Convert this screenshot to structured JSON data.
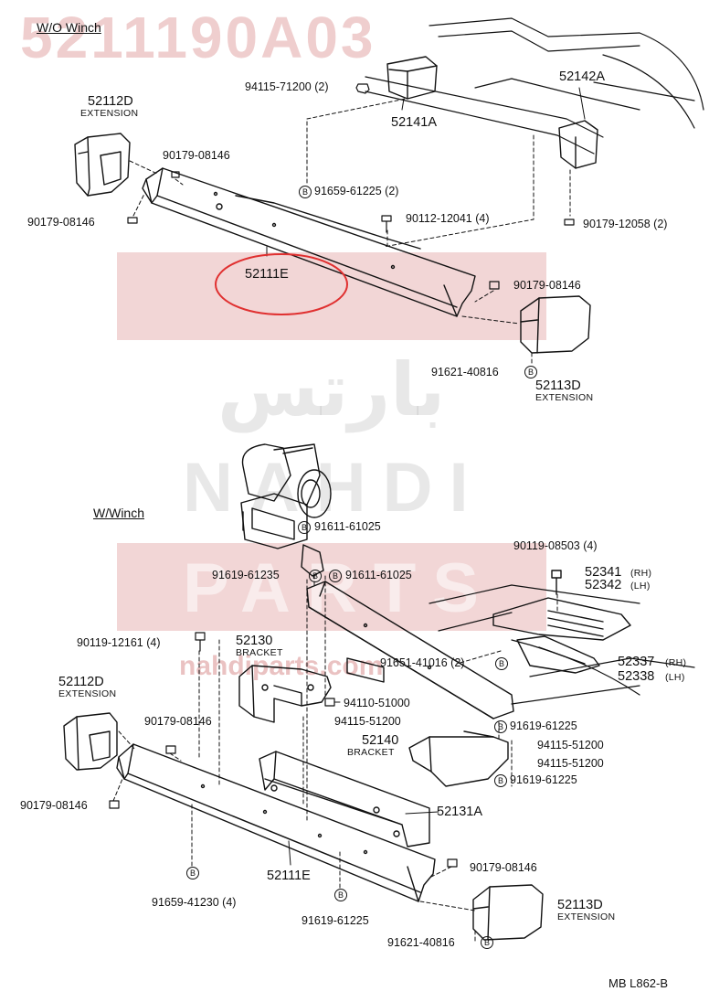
{
  "watermark": {
    "code": "5211190A03",
    "word_1": "NAHDI",
    "word_2": "PARTS",
    "arabic": "بارتس",
    "url": "nahdiparts.com"
  },
  "sections": {
    "top": "W/O  Winch",
    "bottom": "W/Winch"
  },
  "top_labels": [
    {
      "id": "52112D",
      "text": "52112D",
      "sub": "EXTENSION"
    },
    {
      "id": "90179-08146-a",
      "text": "90179-08146"
    },
    {
      "id": "90179-08146-b",
      "text": "90179-08146"
    },
    {
      "id": "94115-71200",
      "text": "94115-71200 (2)"
    },
    {
      "id": "52141A",
      "text": "52141A"
    },
    {
      "id": "52142A",
      "text": "52142A"
    },
    {
      "id": "91659-61225",
      "text": "91659-61225 (2)",
      "badge": "B"
    },
    {
      "id": "90112-12041",
      "text": "90112-12041 (4)"
    },
    {
      "id": "90179-12058",
      "text": "90179-12058 (2)"
    },
    {
      "id": "52111E",
      "text": "52111E"
    },
    {
      "id": "90179-08146-c",
      "text": "90179-08146"
    },
    {
      "id": "91621-40816",
      "text": "91621-40816",
      "badge": "B"
    },
    {
      "id": "52113D",
      "text": "52113D",
      "sub": "EXTENSION"
    }
  ],
  "bottom_labels": [
    {
      "id": "91611-61025-a",
      "text": "91611-61025",
      "badge": "B"
    },
    {
      "id": "91619-61235",
      "text": "91619-61235",
      "badge": "B"
    },
    {
      "id": "91611-61025-b",
      "text": "91611-61025",
      "badge": "B"
    },
    {
      "id": "90119-08503",
      "text": "90119-08503 (4)"
    },
    {
      "id": "52341",
      "text": "52341",
      "suffix": "(RH)"
    },
    {
      "id": "52342",
      "text": "52342",
      "suffix": "(LH)"
    },
    {
      "id": "90119-12161",
      "text": "90119-12161 (4)"
    },
    {
      "id": "52130",
      "text": "52130",
      "sub": "BRACKET"
    },
    {
      "id": "91651-41016",
      "text": "91651-41016 (2)",
      "badge": "B"
    },
    {
      "id": "52337",
      "text": "52337",
      "suffix": "(RH)"
    },
    {
      "id": "52338",
      "text": "52338",
      "suffix": "(LH)"
    },
    {
      "id": "52112D-b",
      "text": "52112D",
      "sub": "EXTENSION"
    },
    {
      "id": "94110-51000",
      "text": "94110-51000"
    },
    {
      "id": "94115-51200-a",
      "text": "94115-51200"
    },
    {
      "id": "91619-61225-a",
      "text": "91619-61225",
      "badge": "B"
    },
    {
      "id": "94115-51200-b",
      "text": "94115-51200"
    },
    {
      "id": "94115-51200-c",
      "text": "94115-51200"
    },
    {
      "id": "52140",
      "text": "52140",
      "sub": "BRACKET"
    },
    {
      "id": "91619-61225-b",
      "text": "91619-61225",
      "badge": "B"
    },
    {
      "id": "90179-08146-d",
      "text": "90179-08146"
    },
    {
      "id": "90179-08146-e",
      "text": "90179-08146"
    },
    {
      "id": "52131A",
      "text": "52131A"
    },
    {
      "id": "52111E-b",
      "text": "52111E"
    },
    {
      "id": "90179-08146-f",
      "text": "90179-08146"
    },
    {
      "id": "91659-41230",
      "text": "91659-41230 (4)",
      "badge": "B"
    },
    {
      "id": "91619-61225-c",
      "text": "91619-61225",
      "badge": "B"
    },
    {
      "id": "52113D-b",
      "text": "52113D",
      "sub": "EXTENSION"
    },
    {
      "id": "91621-40816-b",
      "text": "91621-40816",
      "badge": "B"
    }
  ],
  "footer": "MB  L862-B",
  "colors": {
    "highlight": "#e03030",
    "watermark": "#c45050"
  }
}
